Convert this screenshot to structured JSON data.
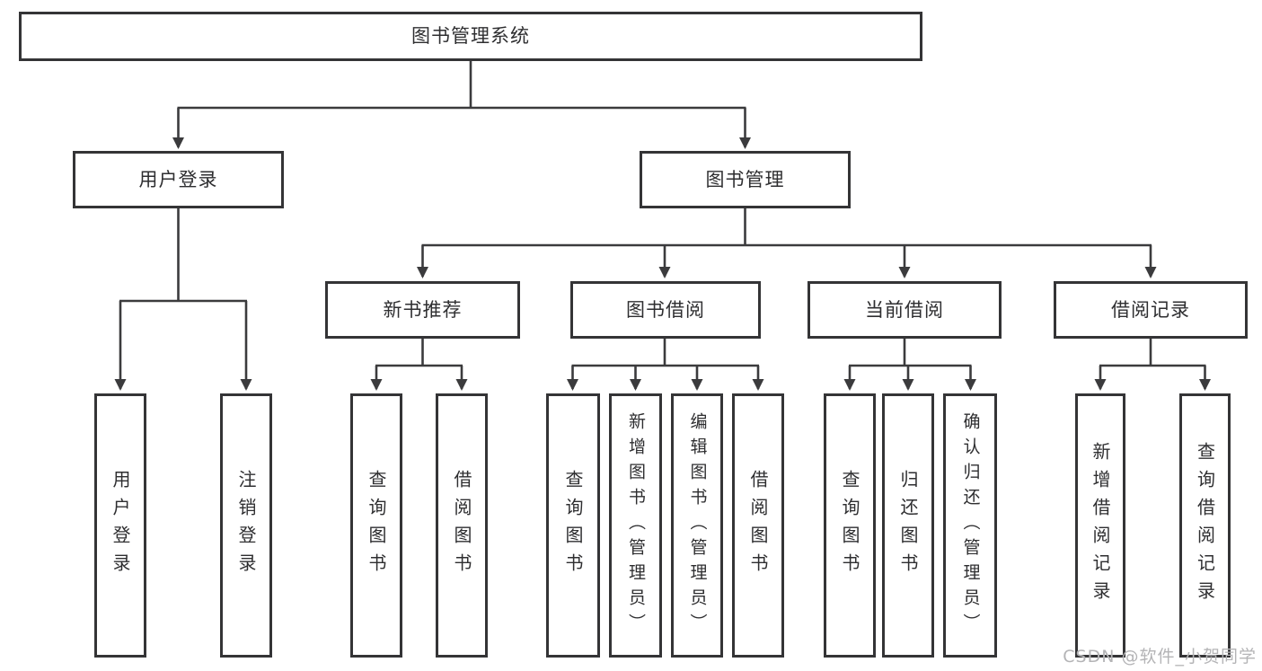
{
  "diagram": {
    "title": "图书管理系统",
    "root": {
      "label": "图书管理系统"
    },
    "branches": [
      {
        "label": "用户登录"
      },
      {
        "label": "图书管理"
      }
    ],
    "modules": [
      {
        "label": "新书推荐"
      },
      {
        "label": "图书借阅"
      },
      {
        "label": "当前借阅"
      },
      {
        "label": "借阅记录"
      }
    ],
    "leaves": [
      {
        "label": "用户登录"
      },
      {
        "label": "注销登录"
      },
      {
        "label": "查询图书"
      },
      {
        "label": "借阅图书"
      },
      {
        "label": "查询图书"
      },
      {
        "label": "新增图书（管理员）"
      },
      {
        "label": "编辑图书（管理员）"
      },
      {
        "label": "借阅图书"
      },
      {
        "label": "查询图书"
      },
      {
        "label": "归还图书"
      },
      {
        "label": "确认归还（管理员）"
      },
      {
        "label": "新增借阅记录"
      },
      {
        "label": "查询借阅记录"
      }
    ]
  },
  "watermark": {
    "text": "CSDN @软件_小贺同学"
  },
  "colors": {
    "line": "#3b3b3d",
    "box_border": "#343436",
    "box_fill": "#ffffff",
    "background": "#ffffff",
    "text": "#2e2e30",
    "watermark": "#b4b4b6"
  }
}
